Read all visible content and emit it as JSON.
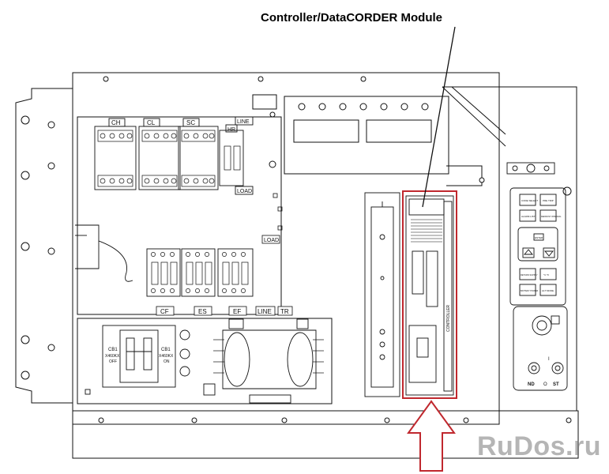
{
  "callout": {
    "label": "Controller/DataCORDER Module"
  },
  "components": {
    "ch": "CH",
    "cl": "CL",
    "sc": "SC",
    "hr": "HR",
    "line_top": "LINE",
    "load_top": "LOAD",
    "load_mid": "LOAD",
    "cf": "CF",
    "es": "ES",
    "ef": "EF",
    "line_bottom": "LINE",
    "tr": "TR",
    "cb1_left": "CB1",
    "cb1_right": "CB1",
    "cb_model_left": "X460KX",
    "cb_model_right": "X460KX",
    "cb_state_left": "OFF",
    "cb_state_right": "ON",
    "controller_side": "CONTROLLER"
  },
  "keypad": {
    "keys": [
      "CODE SELECT",
      "PRE TRIP",
      "ALARM LIST",
      "DEFROST INTERVAL",
      "ENTER",
      "RETURN SUPPLY",
      "°C °F",
      "BATTERY POWER",
      "ALT MODE"
    ],
    "switch_labels": [
      "I",
      "O",
      "ND",
      "ST"
    ]
  },
  "watermark": {
    "text": "RuDos.ru"
  },
  "colors": {
    "highlight": "#c0282e",
    "arrow": "#c0282e",
    "line": "#111111"
  }
}
